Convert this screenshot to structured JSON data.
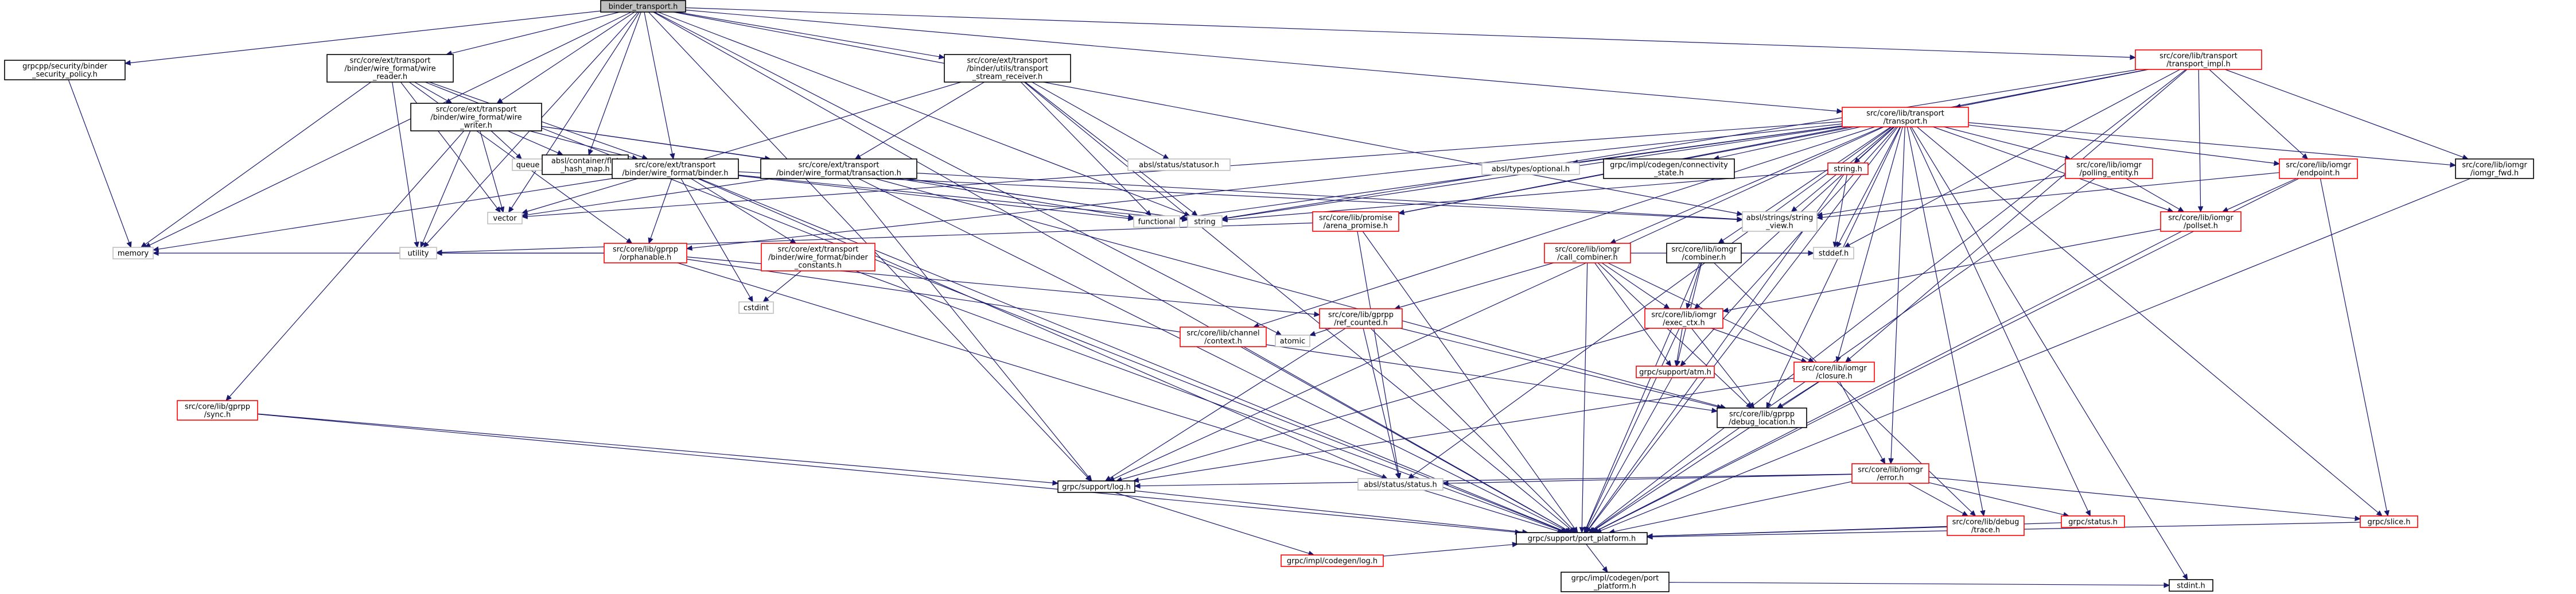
{
  "colors": {
    "edge": "#191970",
    "border_default": "#000000",
    "border_linked": "#ff0000",
    "border_external": "#bfbfbf",
    "fill_root": "#bfbfbf",
    "fill_default": "#ffffff"
  },
  "nodes": [
    {
      "id": "root",
      "lines": [
        "binder_transport.h"
      ],
      "kind": "root"
    },
    {
      "id": "sec",
      "lines": [
        "grpcpp/security/binder",
        "_security_policy.h"
      ],
      "kind": "default"
    },
    {
      "id": "wfr",
      "lines": [
        "src/core/ext/transport",
        "/binder/wire_format/wire",
        "_reader.h"
      ],
      "kind": "default"
    },
    {
      "id": "wfw",
      "lines": [
        "src/core/ext/transport",
        "/binder/wire_format/wire",
        "_writer.h"
      ],
      "kind": "default"
    },
    {
      "id": "qu",
      "lines": [
        "queue"
      ],
      "kind": "external"
    },
    {
      "id": "flat",
      "lines": [
        "absl/container/flat",
        "_hash_map.h"
      ],
      "kind": "default"
    },
    {
      "id": "bnd",
      "lines": [
        "src/core/ext/transport",
        "/binder/wire_format/binder.h"
      ],
      "kind": "default"
    },
    {
      "id": "usr",
      "lines": [
        "src/core/ext/transport",
        "/binder/utils/transport",
        "_stream_receiver.h"
      ],
      "kind": "default"
    },
    {
      "id": "stor",
      "lines": [
        "absl/status/statusor.h"
      ],
      "kind": "external"
    },
    {
      "id": "trn",
      "lines": [
        "src/core/ext/transport",
        "/binder/wire_format/transaction.h"
      ],
      "kind": "default"
    },
    {
      "id": "vec",
      "lines": [
        "vector"
      ],
      "kind": "external"
    },
    {
      "id": "mem",
      "lines": [
        "memory"
      ],
      "kind": "external"
    },
    {
      "id": "util",
      "lines": [
        "utility"
      ],
      "kind": "external"
    },
    {
      "id": "orph",
      "lines": [
        "src/core/lib/gprpp",
        "/orphanable.h"
      ],
      "kind": "linked"
    },
    {
      "id": "bconst",
      "lines": [
        "src/core/ext/transport",
        "/binder/wire_format/binder",
        "_constants.h"
      ],
      "kind": "linked"
    },
    {
      "id": "cstd",
      "lines": [
        "cstdint"
      ],
      "kind": "external"
    },
    {
      "id": "func",
      "lines": [
        "functional"
      ],
      "kind": "external"
    },
    {
      "id": "str",
      "lines": [
        "string"
      ],
      "kind": "external"
    },
    {
      "id": "atom",
      "lines": [
        "atomic"
      ],
      "kind": "external"
    },
    {
      "id": "sync",
      "lines": [
        "src/core/lib/gprpp",
        "/sync.h"
      ],
      "kind": "linked"
    },
    {
      "id": "ref",
      "lines": [
        "src/core/lib/gprpp",
        "/ref_counted.h"
      ],
      "kind": "linked"
    },
    {
      "id": "arena",
      "lines": [
        "src/core/lib/promise",
        "/arena_promise.h"
      ],
      "kind": "linked"
    },
    {
      "id": "chctx",
      "lines": [
        "src/core/lib/channel",
        "/context.h"
      ],
      "kind": "linked"
    },
    {
      "id": "timpl",
      "lines": [
        "src/core/lib/transport",
        "/transport_impl.h"
      ],
      "kind": "linked"
    },
    {
      "id": "tr",
      "lines": [
        "src/core/lib/transport",
        "/transport.h"
      ],
      "kind": "linked"
    },
    {
      "id": "opt",
      "lines": [
        "absl/types/optional.h"
      ],
      "kind": "external"
    },
    {
      "id": "conn",
      "lines": [
        "grpc/impl/codegen/connectivity",
        "_state.h"
      ],
      "kind": "default"
    },
    {
      "id": "strh",
      "lines": [
        "string.h"
      ],
      "kind": "linked"
    },
    {
      "id": "poll",
      "lines": [
        "src/core/lib/iomgr",
        "/polling_entity.h"
      ],
      "kind": "linked"
    },
    {
      "id": "endp",
      "lines": [
        "src/core/lib/iomgr",
        "/endpoint.h"
      ],
      "kind": "linked"
    },
    {
      "id": "fwd",
      "lines": [
        "src/core/lib/iomgr",
        "/iomgr_fwd.h"
      ],
      "kind": "default"
    },
    {
      "id": "sv",
      "lines": [
        "absl/strings/string",
        "_view.h"
      ],
      "kind": "external"
    },
    {
      "id": "pset",
      "lines": [
        "src/core/lib/iomgr",
        "/pollset.h"
      ],
      "kind": "linked"
    },
    {
      "id": "callc",
      "lines": [
        "src/core/lib/iomgr",
        "/call_combiner.h"
      ],
      "kind": "linked"
    },
    {
      "id": "comb",
      "lines": [
        "src/core/lib/iomgr",
        "/combiner.h"
      ],
      "kind": "default"
    },
    {
      "id": "stddef",
      "lines": [
        "stddef.h"
      ],
      "kind": "external"
    },
    {
      "id": "exec",
      "lines": [
        "src/core/lib/iomgr",
        "/exec_ctx.h"
      ],
      "kind": "linked"
    },
    {
      "id": "atm",
      "lines": [
        "grpc/support/atm.h"
      ],
      "kind": "linked"
    },
    {
      "id": "clos",
      "lines": [
        "src/core/lib/iomgr",
        "/closure.h"
      ],
      "kind": "linked"
    },
    {
      "id": "dbg",
      "lines": [
        "src/core/lib/gprpp",
        "/debug_location.h"
      ],
      "kind": "default"
    },
    {
      "id": "err",
      "lines": [
        "src/core/lib/iomgr",
        "/error.h"
      ],
      "kind": "linked"
    },
    {
      "id": "stat",
      "lines": [
        "absl/status/status.h"
      ],
      "kind": "external"
    },
    {
      "id": "log",
      "lines": [
        "grpc/support/log.h"
      ],
      "kind": "default"
    },
    {
      "id": "trace",
      "lines": [
        "src/core/lib/debug",
        "/trace.h"
      ],
      "kind": "linked"
    },
    {
      "id": "gstat",
      "lines": [
        "grpc/status.h"
      ],
      "kind": "linked"
    },
    {
      "id": "slice",
      "lines": [
        "grpc/slice.h"
      ],
      "kind": "linked"
    },
    {
      "id": "pp",
      "lines": [
        "grpc/support/port_platform.h"
      ],
      "kind": "default"
    },
    {
      "id": "clog",
      "lines": [
        "grpc/impl/codegen/log.h"
      ],
      "kind": "linked"
    },
    {
      "id": "cpp",
      "lines": [
        "grpc/impl/codegen/port",
        "_platform.h"
      ],
      "kind": "default"
    },
    {
      "id": "stdint",
      "lines": [
        "stdint.h"
      ],
      "kind": "default"
    }
  ],
  "edges": [
    [
      "root",
      "sec"
    ],
    [
      "root",
      "wfr"
    ],
    [
      "root",
      "wfw"
    ],
    [
      "root",
      "bnd"
    ],
    [
      "root",
      "usr"
    ],
    [
      "root",
      "timpl"
    ],
    [
      "root",
      "tr"
    ],
    [
      "root",
      "mem"
    ],
    [
      "root",
      "util"
    ],
    [
      "root",
      "vec"
    ],
    [
      "root",
      "flat"
    ],
    [
      "root",
      "str"
    ],
    [
      "root",
      "atom"
    ],
    [
      "root",
      "pp"
    ],
    [
      "root",
      "log"
    ],
    [
      "root",
      "sv"
    ],
    [
      "sec",
      "mem"
    ],
    [
      "wfr",
      "wfw"
    ],
    [
      "wfr",
      "bnd"
    ],
    [
      "wfr",
      "orph"
    ],
    [
      "wfr",
      "mem"
    ],
    [
      "wfr",
      "util"
    ],
    [
      "wfr",
      "vec"
    ],
    [
      "wfr",
      "pp"
    ],
    [
      "wfw",
      "qu"
    ],
    [
      "wfw",
      "flat"
    ],
    [
      "wfw",
      "bnd"
    ],
    [
      "wfw",
      "trn"
    ],
    [
      "wfw",
      "vec"
    ],
    [
      "wfw",
      "str"
    ],
    [
      "wfw",
      "sync"
    ],
    [
      "wfw",
      "util"
    ],
    [
      "bnd",
      "orph"
    ],
    [
      "bnd",
      "bconst"
    ],
    [
      "bnd",
      "cstd"
    ],
    [
      "bnd",
      "func"
    ],
    [
      "bnd",
      "str"
    ],
    [
      "bnd",
      "mem"
    ],
    [
      "bnd",
      "pp"
    ],
    [
      "bnd",
      "stat"
    ],
    [
      "bnd",
      "sv"
    ],
    [
      "usr",
      "stor"
    ],
    [
      "usr",
      "trn"
    ],
    [
      "usr",
      "func"
    ],
    [
      "usr",
      "str"
    ],
    [
      "usr",
      "vec"
    ],
    [
      "usr",
      "pp"
    ],
    [
      "trn",
      "str"
    ],
    [
      "trn",
      "vec"
    ],
    [
      "trn",
      "pp"
    ],
    [
      "trn",
      "log"
    ],
    [
      "trn",
      "sv"
    ],
    [
      "trn",
      "func"
    ],
    [
      "trn",
      "dbg"
    ],
    [
      "orph",
      "mem"
    ],
    [
      "orph",
      "util"
    ],
    [
      "orph",
      "ref"
    ],
    [
      "orph",
      "pp"
    ],
    [
      "orph",
      "dbg"
    ],
    [
      "bconst",
      "cstd"
    ],
    [
      "bconst",
      "pp"
    ],
    [
      "sync",
      "pp"
    ],
    [
      "sync",
      "log"
    ],
    [
      "ref",
      "atom"
    ],
    [
      "ref",
      "log"
    ],
    [
      "ref",
      "pp"
    ],
    [
      "ref",
      "dbg"
    ],
    [
      "ref",
      "stat"
    ],
    [
      "arena",
      "util"
    ],
    [
      "arena",
      "pp"
    ],
    [
      "arena",
      "stat"
    ],
    [
      "chctx",
      "pp"
    ],
    [
      "timpl",
      "tr"
    ],
    [
      "timpl",
      "arena"
    ],
    [
      "timpl",
      "endp"
    ],
    [
      "timpl",
      "pset"
    ],
    [
      "timpl",
      "fwd"
    ],
    [
      "timpl",
      "clos"
    ],
    [
      "timpl",
      "pp"
    ],
    [
      "timpl",
      "stddef"
    ],
    [
      "timpl",
      "str"
    ],
    [
      "tr",
      "opt"
    ],
    [
      "tr",
      "conn"
    ],
    [
      "tr",
      "strh"
    ],
    [
      "tr",
      "poll"
    ],
    [
      "tr",
      "endp"
    ],
    [
      "tr",
      "fwd"
    ],
    [
      "tr",
      "arena"
    ],
    [
      "tr",
      "callc"
    ],
    [
      "tr",
      "comb"
    ],
    [
      "tr",
      "chctx"
    ],
    [
      "tr",
      "orph"
    ],
    [
      "tr",
      "sv"
    ],
    [
      "tr",
      "stddef"
    ],
    [
      "tr",
      "func"
    ],
    [
      "tr",
      "str"
    ],
    [
      "tr",
      "vec"
    ],
    [
      "tr",
      "stat"
    ],
    [
      "tr",
      "log"
    ],
    [
      "tr",
      "exec"
    ],
    [
      "tr",
      "clos"
    ],
    [
      "tr",
      "dbg"
    ],
    [
      "tr",
      "err"
    ],
    [
      "tr",
      "trace"
    ],
    [
      "tr",
      "gstat"
    ],
    [
      "tr",
      "slice"
    ],
    [
      "tr",
      "atm"
    ],
    [
      "tr",
      "pp"
    ],
    [
      "tr",
      "stdint"
    ],
    [
      "tr",
      "pset"
    ],
    [
      "strh",
      "str"
    ],
    [
      "strh",
      "stddef"
    ],
    [
      "strh",
      "pp"
    ],
    [
      "poll",
      "pset"
    ],
    [
      "poll",
      "sv"
    ],
    [
      "poll",
      "pp"
    ],
    [
      "endp",
      "pset"
    ],
    [
      "endp",
      "slice"
    ],
    [
      "endp",
      "pp"
    ],
    [
      "endp",
      "sv"
    ],
    [
      "fwd",
      "pp"
    ],
    [
      "pset",
      "exec"
    ],
    [
      "pset",
      "pp"
    ],
    [
      "callc",
      "ref"
    ],
    [
      "callc",
      "exec"
    ],
    [
      "callc",
      "clos"
    ],
    [
      "callc",
      "stddef"
    ],
    [
      "callc",
      "atm"
    ],
    [
      "callc",
      "dbg"
    ],
    [
      "callc",
      "pp"
    ],
    [
      "comb",
      "exec"
    ],
    [
      "comb",
      "stddef"
    ],
    [
      "comb",
      "atm"
    ],
    [
      "comb",
      "pp"
    ],
    [
      "comb",
      "trace"
    ],
    [
      "exec",
      "clos"
    ],
    [
      "exec",
      "atm"
    ],
    [
      "exec",
      "dbg"
    ],
    [
      "exec",
      "log"
    ],
    [
      "exec",
      "pp"
    ],
    [
      "atm",
      "pp"
    ],
    [
      "clos",
      "err"
    ],
    [
      "clos",
      "dbg"
    ],
    [
      "clos",
      "log"
    ],
    [
      "clos",
      "pp"
    ],
    [
      "err",
      "stat"
    ],
    [
      "err",
      "log"
    ],
    [
      "err",
      "trace"
    ],
    [
      "err",
      "gstat"
    ],
    [
      "err",
      "slice"
    ],
    [
      "err",
      "pp"
    ],
    [
      "log",
      "clog"
    ],
    [
      "log",
      "pp"
    ],
    [
      "trace",
      "pp"
    ],
    [
      "gstat",
      "pp"
    ],
    [
      "slice",
      "pp"
    ],
    [
      "pp",
      "cpp"
    ],
    [
      "clog",
      "pp"
    ],
    [
      "cpp",
      "stdint"
    ]
  ]
}
